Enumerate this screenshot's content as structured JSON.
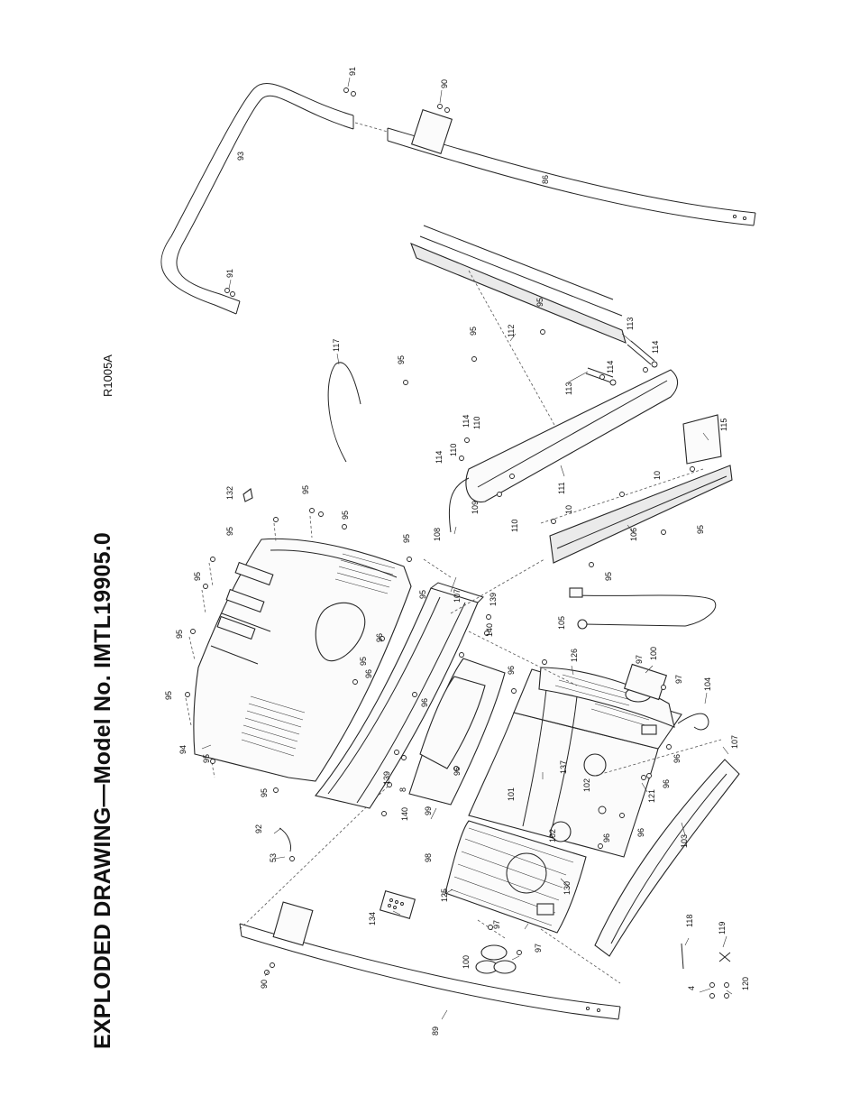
{
  "header": {
    "title": "EXPLODED DRAWING—Model No. IMTL19905.0",
    "drawing_code": "R1005A"
  },
  "callouts": [
    {
      "id": "91a",
      "text": "91"
    },
    {
      "id": "90a",
      "text": "90"
    },
    {
      "id": "93",
      "text": "93"
    },
    {
      "id": "86",
      "text": "86"
    },
    {
      "id": "91b",
      "text": "91"
    },
    {
      "id": "117",
      "text": "117"
    },
    {
      "id": "95a",
      "text": "95"
    },
    {
      "id": "95b",
      "text": "95"
    },
    {
      "id": "112",
      "text": "112"
    },
    {
      "id": "95c",
      "text": "95"
    },
    {
      "id": "113a",
      "text": "113"
    },
    {
      "id": "114a",
      "text": "114"
    },
    {
      "id": "114b",
      "text": "114"
    },
    {
      "id": "113b",
      "text": "113"
    },
    {
      "id": "115",
      "text": "115"
    },
    {
      "id": "114c",
      "text": "114"
    },
    {
      "id": "110a",
      "text": "110"
    },
    {
      "id": "114d",
      "text": "114"
    },
    {
      "id": "110b",
      "text": "110"
    },
    {
      "id": "111",
      "text": "111"
    },
    {
      "id": "10a",
      "text": "10"
    },
    {
      "id": "109",
      "text": "109"
    },
    {
      "id": "110c",
      "text": "110"
    },
    {
      "id": "10b",
      "text": "10"
    },
    {
      "id": "108",
      "text": "108"
    },
    {
      "id": "106",
      "text": "106"
    },
    {
      "id": "95d",
      "text": "95"
    },
    {
      "id": "95e",
      "text": "95"
    },
    {
      "id": "132",
      "text": "132"
    },
    {
      "id": "95f",
      "text": "95"
    },
    {
      "id": "95g",
      "text": "95"
    },
    {
      "id": "95h",
      "text": "95"
    },
    {
      "id": "95i",
      "text": "95"
    },
    {
      "id": "95j",
      "text": "95"
    },
    {
      "id": "107a",
      "text": "107"
    },
    {
      "id": "95k",
      "text": "95"
    },
    {
      "id": "139a",
      "text": "139"
    },
    {
      "id": "140a",
      "text": "140"
    },
    {
      "id": "105",
      "text": "105"
    },
    {
      "id": "95l",
      "text": "95"
    },
    {
      "id": "96a",
      "text": "96"
    },
    {
      "id": "95m",
      "text": "95"
    },
    {
      "id": "96b",
      "text": "96"
    },
    {
      "id": "95n",
      "text": "95"
    },
    {
      "id": "96c",
      "text": "96"
    },
    {
      "id": "126",
      "text": "126"
    },
    {
      "id": "97a",
      "text": "97"
    },
    {
      "id": "100a",
      "text": "100"
    },
    {
      "id": "97b",
      "text": "97"
    },
    {
      "id": "104",
      "text": "104"
    },
    {
      "id": "94",
      "text": "94"
    },
    {
      "id": "95o",
      "text": "95"
    },
    {
      "id": "96d",
      "text": "96"
    },
    {
      "id": "107b",
      "text": "107"
    },
    {
      "id": "96e",
      "text": "96"
    },
    {
      "id": "137",
      "text": "137"
    },
    {
      "id": "96f",
      "text": "96"
    },
    {
      "id": "139b",
      "text": "139"
    },
    {
      "id": "8",
      "text": "8"
    },
    {
      "id": "95p",
      "text": "95"
    },
    {
      "id": "101",
      "text": "101"
    },
    {
      "id": "102a",
      "text": "102"
    },
    {
      "id": "121",
      "text": "121"
    },
    {
      "id": "96g",
      "text": "96"
    },
    {
      "id": "99",
      "text": "99"
    },
    {
      "id": "140b",
      "text": "140"
    },
    {
      "id": "96h",
      "text": "96"
    },
    {
      "id": "92",
      "text": "92"
    },
    {
      "id": "53",
      "text": "53"
    },
    {
      "id": "98",
      "text": "98"
    },
    {
      "id": "96i",
      "text": "96"
    },
    {
      "id": "102b",
      "text": "102"
    },
    {
      "id": "103",
      "text": "103"
    },
    {
      "id": "125",
      "text": "125"
    },
    {
      "id": "130",
      "text": "130"
    },
    {
      "id": "134",
      "text": "134"
    },
    {
      "id": "97c",
      "text": "97"
    },
    {
      "id": "100b",
      "text": "100"
    },
    {
      "id": "97d",
      "text": "97"
    },
    {
      "id": "118",
      "text": "118"
    },
    {
      "id": "119",
      "text": "119"
    },
    {
      "id": "90b",
      "text": "90"
    },
    {
      "id": "4",
      "text": "4"
    },
    {
      "id": "120",
      "text": "120"
    },
    {
      "id": "89",
      "text": "89"
    }
  ]
}
